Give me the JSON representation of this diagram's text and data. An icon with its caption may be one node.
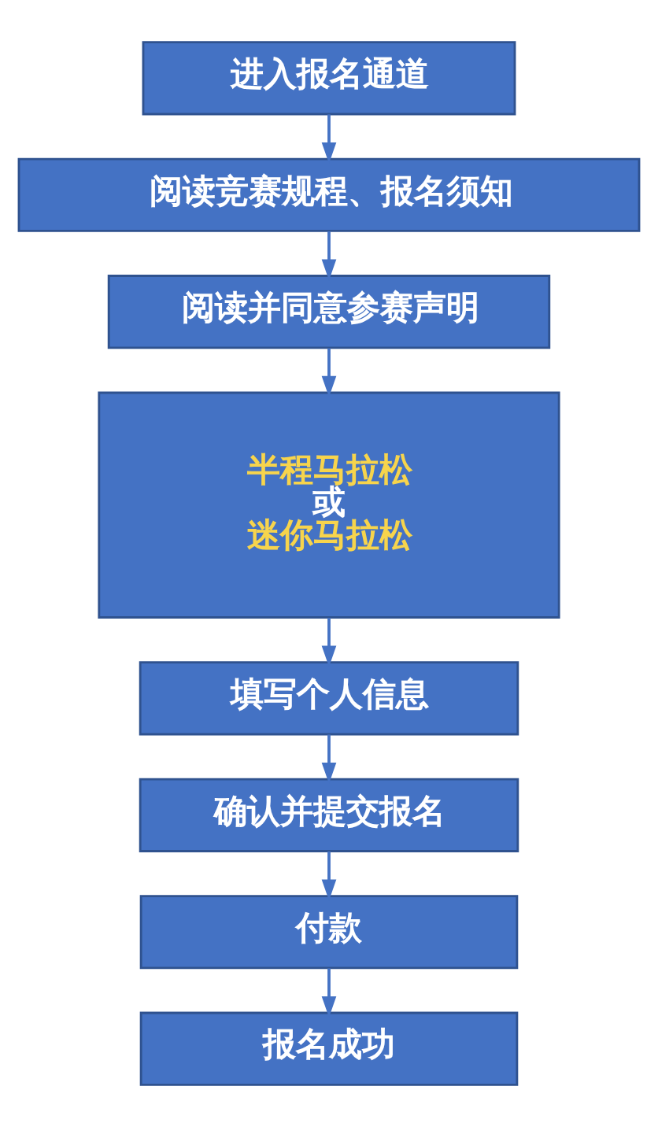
{
  "diagram": {
    "nodes": [
      {
        "text": [
          "进入报名通道"
        ]
      },
      {
        "text": [
          "阅读竞赛规程、报名须知"
        ]
      },
      {
        "text": [
          "阅读并同意参赛声明"
        ]
      },
      {
        "text": [
          "半程马拉松",
          "或",
          "迷你马拉松"
        ]
      },
      {
        "text": [
          "填写个人信息"
        ]
      },
      {
        "text": [
          "确认并提交报名"
        ]
      },
      {
        "text": [
          "付款"
        ]
      },
      {
        "text": [
          "报名成功"
        ]
      }
    ],
    "edges": [
      {
        "from": 0,
        "to": 1,
        "arrow": "to"
      },
      {
        "from": 1,
        "to": 2,
        "arrow": "to"
      },
      {
        "from": 2,
        "to": 3,
        "arrow": "to"
      },
      {
        "from": 3,
        "to": 4,
        "arrow": "to"
      },
      {
        "from": 4,
        "to": 5,
        "arrow": "to"
      },
      {
        "from": 5,
        "to": 6,
        "arrow": "to"
      },
      {
        "from": 6,
        "to": 7,
        "arrow": "to"
      }
    ]
  }
}
